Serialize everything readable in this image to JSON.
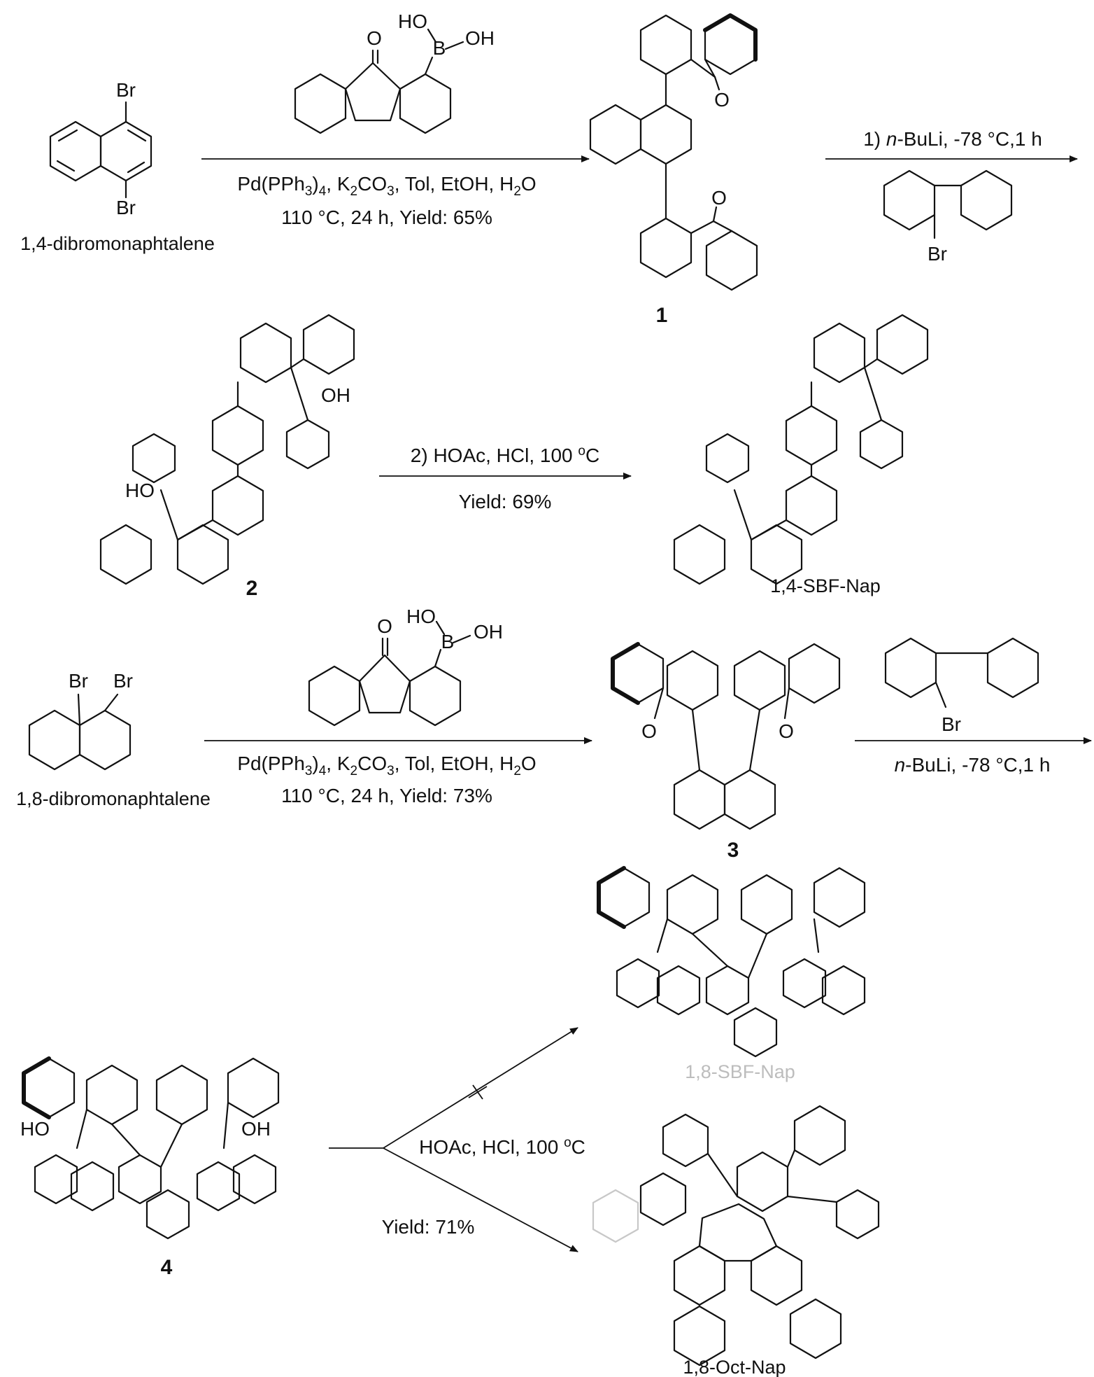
{
  "compounds": {
    "dibromo14": "1,4-dibromonaphtalene",
    "dibromo18": "1,8-dibromonaphtalene",
    "c1": "1",
    "c2": "2",
    "c3": "3",
    "c4": "4",
    "sbf14": "1,4-SBF-Nap",
    "sbf18": "1,8-SBF-Nap",
    "oct18": "1,8-Oct-Nap"
  },
  "atoms": {
    "Br": "Br",
    "O": "O",
    "HO": "HO",
    "OH": "OH",
    "B": "B"
  },
  "step1": {
    "pd_a": "Pd(PPh",
    "pd_s3": "3",
    "pd_b": ")",
    "pd_s4": "4",
    "pd_c": ", K",
    "pd_s2": "2",
    "pd_d": "CO",
    "pd_s3b": "3",
    "pd_e": ", Tol, EtOH, H",
    "pd_s2b": "2",
    "pd_f": "O",
    "line2": "110 °C, 24 h, Yield: 65%"
  },
  "step2": {
    "l1a": "1) ",
    "l1b": "n",
    "l1c": "-BuLi, -78 °C,1 h"
  },
  "step3": {
    "l1a": "2) HOAc, HCl, 100 ",
    "l1sup": "o",
    "l1b": "C",
    "line2": "Yield: 69%"
  },
  "step4": {
    "line2": "110 °C, 24 h, Yield: 73%"
  },
  "step5": {
    "l1a": "n",
    "l1b": "-BuLi, -78 °C,1 h"
  },
  "step6": {
    "l1a": "HOAc, HCl, 100 ",
    "l1sup": "o",
    "l1b": "C",
    "line2": "Yield: 71%"
  }
}
